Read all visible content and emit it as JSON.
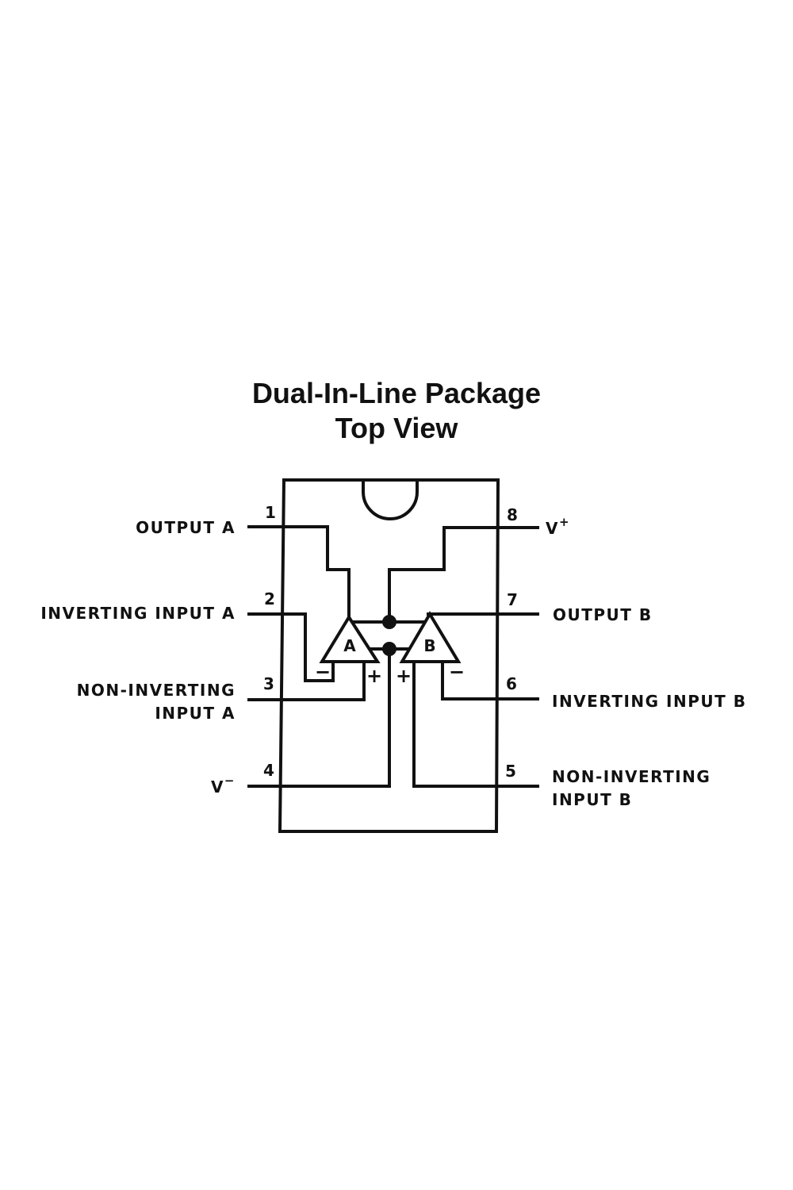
{
  "title": {
    "line1": "Dual-In-Line Package",
    "line2": "Top View"
  },
  "pins": [
    {
      "number": "1",
      "label": "OUTPUT A"
    },
    {
      "number": "2",
      "label": "INVERTING INPUT A"
    },
    {
      "number": "3",
      "label_line1": "NON-INVERTING",
      "label_line2": "INPUT A"
    },
    {
      "number": "4",
      "label": "V",
      "sup": "−"
    },
    {
      "number": "5",
      "label_line1": "NON-INVERTING",
      "label_line2": "INPUT B"
    },
    {
      "number": "6",
      "label": "INVERTING INPUT B"
    },
    {
      "number": "7",
      "label": "OUTPUT B"
    },
    {
      "number": "8",
      "label": "V",
      "sup": "+"
    }
  ],
  "amplifiers": [
    {
      "name": "A",
      "inv_sign": "−",
      "noninv_sign": "+"
    },
    {
      "name": "B",
      "inv_sign": "−",
      "noninv_sign": "+"
    }
  ],
  "colors": {
    "ink": "#111111",
    "background": "#ffffff"
  }
}
